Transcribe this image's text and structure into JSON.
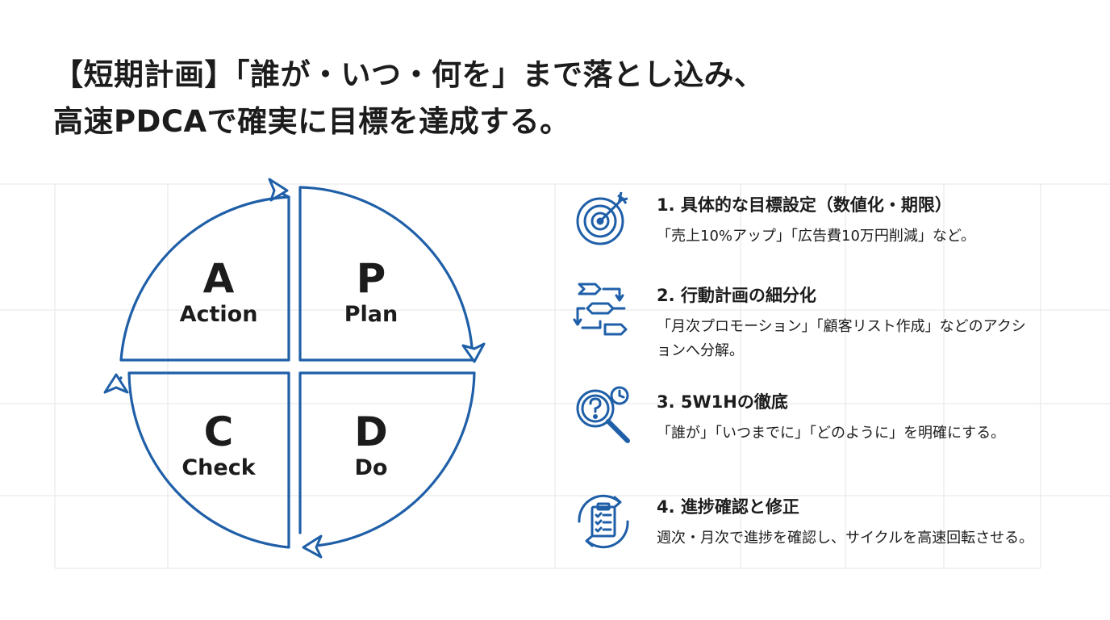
{
  "title": {
    "line1": "【短期計画】「誰が・いつ・何を」まで落とし込み、",
    "line2": "高速PDCAで確実に目標を達成する。"
  },
  "cycle": {
    "quadrants": [
      {
        "letter": "A",
        "word": "Action"
      },
      {
        "letter": "P",
        "word": "Plan"
      },
      {
        "letter": "C",
        "word": "Check"
      },
      {
        "letter": "D",
        "word": "Do"
      }
    ]
  },
  "items": [
    {
      "icon": "target-icon",
      "heading": "1. 具体的な目標設定（数値化・期限）",
      "desc": "「売上10%アップ」「広告費10万円削減」など。"
    },
    {
      "icon": "flow-breakdown-icon",
      "heading": "2. 行動計画の細分化",
      "desc": "「月次プロモーション」「顧客リスト作成」などのアクションへ分解。"
    },
    {
      "icon": "question-magnifier-icon",
      "heading": "3. 5W1Hの徹底",
      "desc": "「誰が」「いつまでに」「どのように」を明確にする。"
    },
    {
      "icon": "checklist-cycle-icon",
      "heading": "4. 進捗確認と修正",
      "desc": "週次・月次で進捗を確認し、サイクルを高速回転させる。"
    }
  ],
  "colors": {
    "accent": "#1f5fa8",
    "text": "#1c1c1c",
    "grid": "#e6e6e6"
  }
}
